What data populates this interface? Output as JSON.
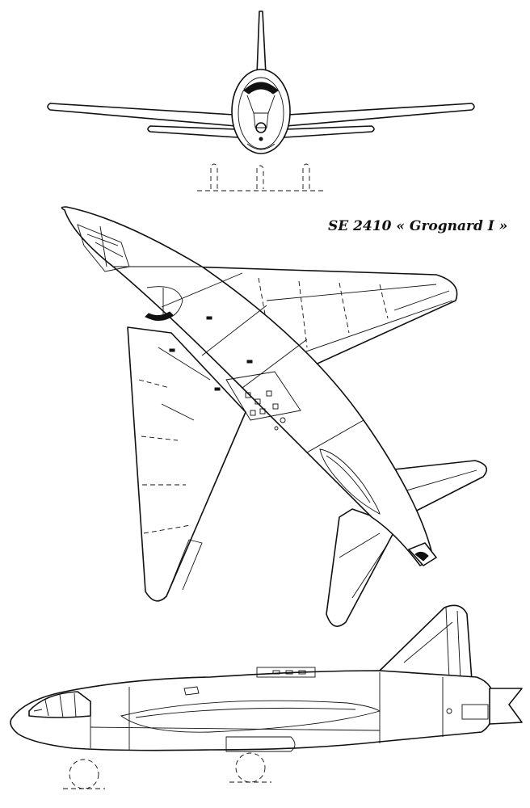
{
  "title": "SE 2410 « Grognard I »",
  "views": {
    "front": "front-view",
    "top": "top-view",
    "side": "side-view"
  }
}
